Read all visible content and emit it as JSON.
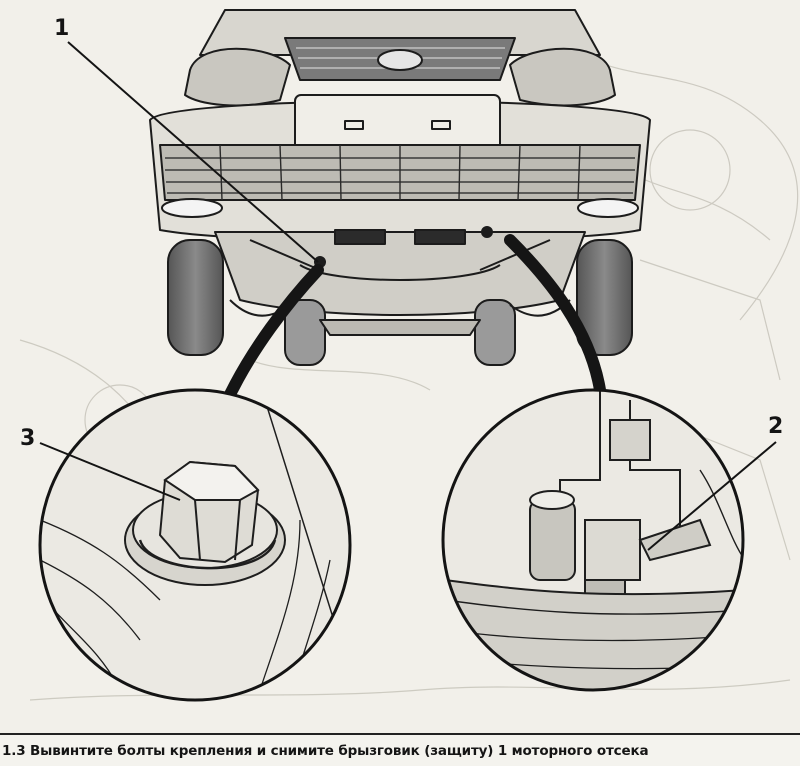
{
  "figure": {
    "callouts": [
      {
        "id": "1",
        "label": "1"
      },
      {
        "id": "2",
        "label": "2"
      },
      {
        "id": "3",
        "label": "3"
      }
    ]
  },
  "caption": "1.3 Вывинтите болты крепления и снимите брызговик (защиту) 1 моторного отсека"
}
